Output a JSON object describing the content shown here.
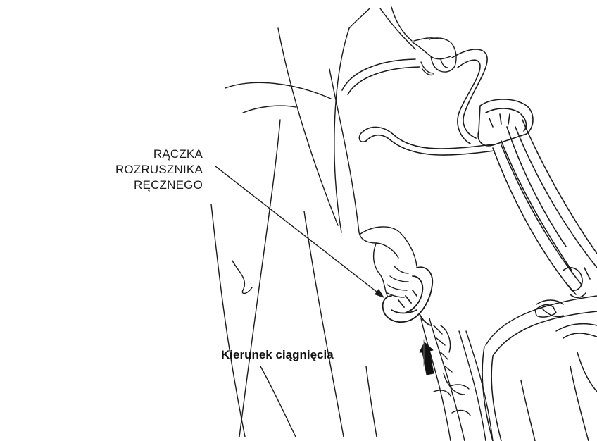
{
  "labels": {
    "starter_handle_line1": "RĄCZKA ROZRUSZNIKA",
    "starter_handle_line2": "RĘCZNEGO",
    "pull_direction": "Kierunek ciągnięcia"
  },
  "colors": {
    "line_art": "#1a1a1a",
    "background": "#ffffff",
    "arrow_fill": "#111111"
  },
  "icons": [
    "pull-direction-arrow-icon"
  ]
}
